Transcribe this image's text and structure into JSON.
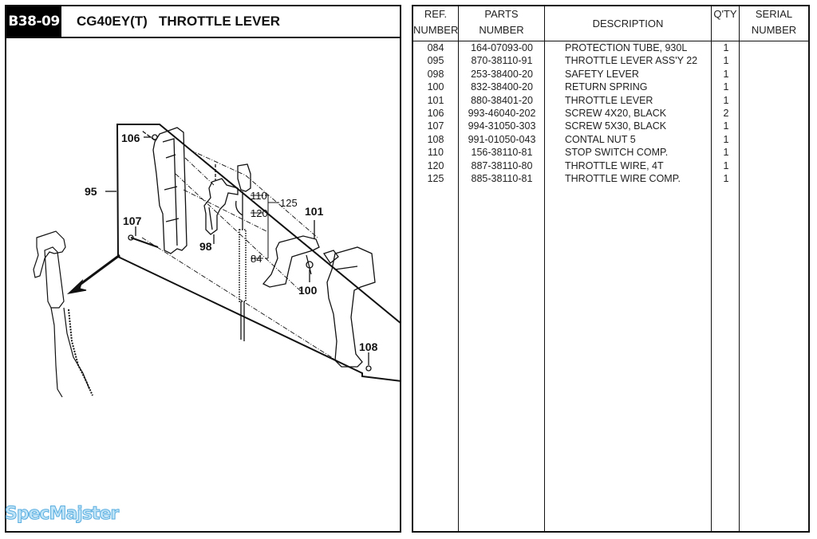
{
  "header": {
    "code": "B38-09",
    "model": "CG40EY(T)",
    "title": "THROTTLE LEVER"
  },
  "diagram": {
    "callouts": {
      "c95": "95",
      "c106": "106",
      "c107": "107",
      "c98": "98",
      "c110": "110",
      "c120": "120",
      "c125": "125",
      "c84": "84",
      "c101": "101",
      "c100": "100",
      "c108": "108"
    }
  },
  "watermark": "SpecMajster",
  "table": {
    "headers": {
      "ref": [
        "REF.",
        "NUMBER"
      ],
      "parts": [
        "PARTS",
        "NUMBER"
      ],
      "description": "DESCRIPTION",
      "qty": "Q'TY",
      "serial": [
        "SERIAL",
        "NUMBER"
      ]
    },
    "rows": [
      {
        "ref": "084",
        "part": "164-07093-00",
        "desc": "PROTECTION TUBE, 930L",
        "qty": "1"
      },
      {
        "ref": "095",
        "part": "870-38110-91",
        "desc": "THROTTLE LEVER ASS'Y 22",
        "qty": "1"
      },
      {
        "ref": "098",
        "part": "253-38400-20",
        "desc": "SAFETY LEVER",
        "qty": "1"
      },
      {
        "ref": "100",
        "part": "832-38400-20",
        "desc": "RETURN SPRING",
        "qty": "1"
      },
      {
        "ref": "101",
        "part": "880-38401-20",
        "desc": "THROTTLE LEVER",
        "qty": "1"
      },
      {
        "ref": "106",
        "part": "993-46040-202",
        "desc": "SCREW 4X20, BLACK",
        "qty": "2"
      },
      {
        "ref": "107",
        "part": "994-31050-303",
        "desc": "SCREW 5X30, BLACK",
        "qty": "1"
      },
      {
        "ref": "108",
        "part": "991-01050-043",
        "desc": "CONTAL NUT 5",
        "qty": "1"
      },
      {
        "ref": "110",
        "part": "156-38110-81",
        "desc": "STOP SWITCH COMP.",
        "qty": "1"
      },
      {
        "ref": "120",
        "part": "887-38110-80",
        "desc": "THROTTLE WIRE, 4T",
        "qty": "1"
      },
      {
        "ref": "125",
        "part": "885-38110-81",
        "desc": "THROTTLE WIRE COMP.",
        "qty": "1"
      }
    ]
  }
}
